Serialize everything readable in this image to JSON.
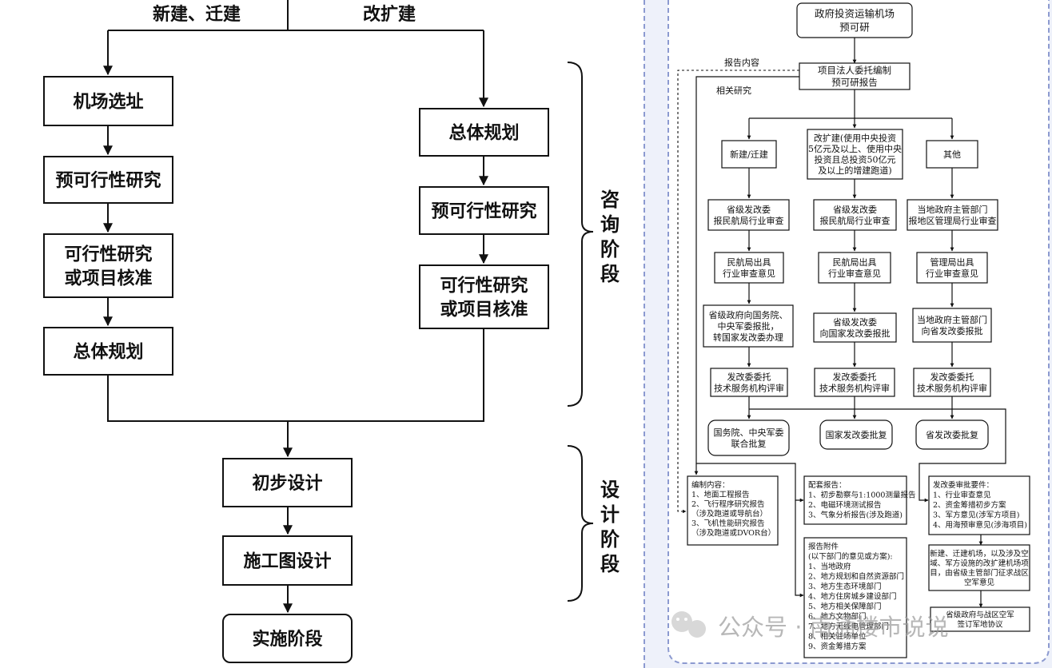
{
  "left": {
    "branch_new": "新建、迁建",
    "branch_expand": "改扩建",
    "boxes_new": [
      "机场选址",
      "预可行性研究",
      "可行性研究\n或项目核准",
      "总体规划"
    ],
    "boxes_expand": [
      "总体规划",
      "预可行性研究",
      "可行性研究\n或项目核准"
    ],
    "boxes_common": [
      "初步设计",
      "施工图设计",
      "实施阶段"
    ],
    "phase_consulting": "咨询阶段",
    "phase_design": "设计阶段"
  },
  "right": {
    "top": "政府投资运输机场\n预可研",
    "commission": "项目法人委托编制\n预可研报告",
    "report_content_label": "报告内容",
    "related_research_label": "相关研究",
    "branches": [
      "新建/迁建",
      "改扩建(使用中央投资\n5亿元及以上、使用中央\n投资且总投资50亿元\n及以上的增建跑道)",
      "其他"
    ],
    "col1": [
      "省级发改委\n报民航局行业审查",
      "民航局出具\n行业审查意见",
      "省级政府向国务院、\n中央军委报批，\n转国家发改委办理",
      "发改委委托\n技术服务机构评审",
      "国务院、中央军委\n联合批复"
    ],
    "col2": [
      "省级发改委\n报民航局行业审查",
      "民航局出具\n行业审查意见",
      "省级发改委\n向国家发改委报批",
      "发改委委托\n技术服务机构评审",
      "国家发改委批复"
    ],
    "col3": [
      "当地政府主管部门\n报地区管理局行业审查",
      "管理局出具\n行业审查意见",
      "当地政府主管部门\n向省发改委报批",
      "发改委委托\n技术服务机构评审",
      "省发改委批复"
    ],
    "compile_content": "编制内容：\n1、地面工程报告\n2、飞行程序研究报告\n（涉及跑道或导航台）\n3、飞机性能研究报告\n（涉及跑道或DVOR台）",
    "supporting_reports": "配套报告：\n1、初步勘察与1:1000测量报告\n2、电磁环境测试报告\n3、气象分析报告(涉及跑道)",
    "report_attachments": "报告附件\n(以下部门的意见或方案):\n1、当地政府\n2、地方规划和自然资源部门\n3、地方生态环境部门\n4、地方住房城乡建设部门\n5、地方相关保障部门\n6、地方文物部门\n7、地方无线电管理部门\n8、相关驻场单位\n9、资金筹措方案",
    "approval_requirements": "发改委审批要件：\n1、行业审查意见\n2、资金筹措初步方案\n3、军方意见(涉军方项目)\n4、用海预审意见(涉海项目)",
    "military_note": "新建、迁建机场，以及涉及空\n域、军方设施的改扩建机场项\n目，由省级主管部门征求战区\n空军意见",
    "military_final": "省级政府与战区空军\n签订军地协议",
    "watermark": "公众号 · 南通楼市说说"
  }
}
